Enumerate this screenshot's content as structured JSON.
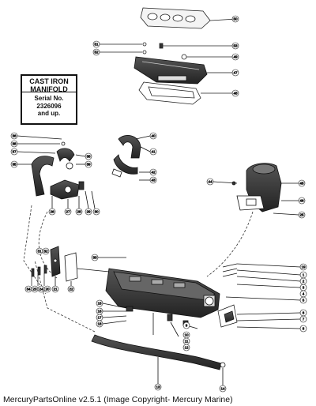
{
  "stamp": {
    "line1": "CAST IRON",
    "line2": "MANIFOLD",
    "line3": "Serial No.",
    "line4": "2326096",
    "line5": "and up."
  },
  "footer": {
    "text": "MercuryPartsOnline v2.5.1 (Image Copyright- Mercury Marine)"
  },
  "callouts": {
    "c1": "50",
    "c2": "51",
    "c3": "52",
    "c4": "53",
    "c5": "49",
    "c6": "47",
    "c7": "48",
    "c8": "36",
    "c9": "38",
    "c10": "37",
    "c11": "35",
    "c12": "38",
    "c13": "39",
    "c14": "40",
    "c15": "41",
    "c16": "42",
    "c17": "43",
    "c18": "44",
    "c19": "45",
    "c20": "46",
    "c21": "25",
    "c22": "26",
    "c23": "27",
    "c24": "28",
    "c25": "29",
    "c26": "30",
    "c27": "31",
    "c28": "32",
    "c29": "33",
    "c30": "34",
    "c31": "23",
    "c32": "24",
    "c33": "20",
    "c34": "21",
    "c35": "22",
    "c36": "19",
    "c37": "1",
    "c38": "2",
    "c39": "3",
    "c40": "4",
    "c41": "5",
    "c42": "6",
    "c43": "7",
    "c44": "8",
    "c45": "9",
    "c46": "10",
    "c47": "11",
    "c48": "12",
    "c49": "13",
    "c50": "14",
    "c51": "15",
    "c52": "16",
    "c53": "17",
    "c54": "18"
  }
}
